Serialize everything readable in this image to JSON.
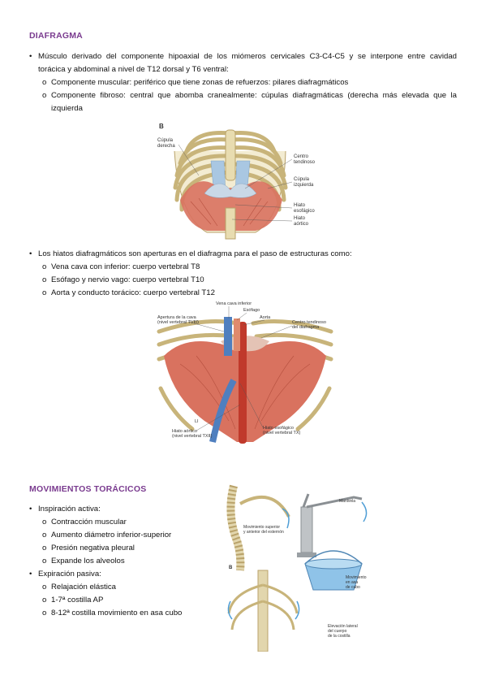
{
  "sections": {
    "diafragma": {
      "title": "DIAFRAGMA",
      "intro_line1": "Músculo derivado del componente hipoaxial de los miómeros cervicales C3-C4-C5 y se interpone entre cavidad",
      "intro_line2": "torácica y abdominal a nivel de T12 dorsal y T6 ventral:",
      "sub1": "Componente muscular: periférico que tiene zonas de refuerzos: pilares diafragmáticos",
      "sub2_line1": "Componente fibroso: central que abomba cranealmente: cúpulas diafragmáticas (derecha más elevada que la",
      "sub2_line2": "izquierda",
      "hiatos_intro": "Los hiatos diafragmáticos son aperturas en el diafragma para el paso de estructuras como:",
      "hiatos": [
        "Vena cava con inferior: cuerpo vertebral T8",
        "Esófago y nervio vago: cuerpo vertebral T10",
        "Aorta y conducto torácico: cuerpo vertebral T12"
      ]
    },
    "movimientos": {
      "title": "MOVIMIENTOS TORÁCICOS",
      "insp_title": "Inspiración activa:",
      "insp": [
        "Contracción muscular",
        "Aumento diámetro inferior-superior",
        "Presión negativa pleural",
        "Expande los alveolos"
      ],
      "exp_title": "Expiración pasiva:",
      "exp": [
        "Relajación elástica",
        "1-7ª costilla AP",
        "8-12ª costilla movimiento en asa cubo"
      ]
    }
  },
  "bullets": {
    "main": "•",
    "sub": "o"
  },
  "figure1": {
    "letter": "B",
    "labels": [
      "Cúpula",
      "derecha",
      "Centro",
      "tendinoso",
      "Cúpula",
      "izquierda",
      "Hiato",
      "esofágico",
      "Hiato",
      "aórtico"
    ]
  },
  "figure2": {
    "labels": [
      "Vena cava inferior",
      "Esófago",
      "Apertura de la cava",
      "(nivel vertebral TVIII)",
      "Aorta",
      "Centro tendinoso",
      "del diafragma",
      "LI",
      "Hiato aórtico",
      "(nivel vertebral TXII)",
      "Hiato esofágico",
      "(nivel vertebral TX)"
    ]
  },
  "figure3": {
    "letter": "B",
    "labels": [
      "Manivela",
      "Movimiento superior",
      "y anterior del esternón",
      "Movimiento",
      "en asa",
      "de cubo",
      "Elevación lateral",
      "del cuerpo",
      "de la costilla"
    ]
  },
  "colors": {
    "heading": "#7a3b8f",
    "muscle": "#d9725f",
    "bone": "#efe7c8",
    "cartilage": "#a9c7e2",
    "vessel": "#4f7fbf"
  }
}
